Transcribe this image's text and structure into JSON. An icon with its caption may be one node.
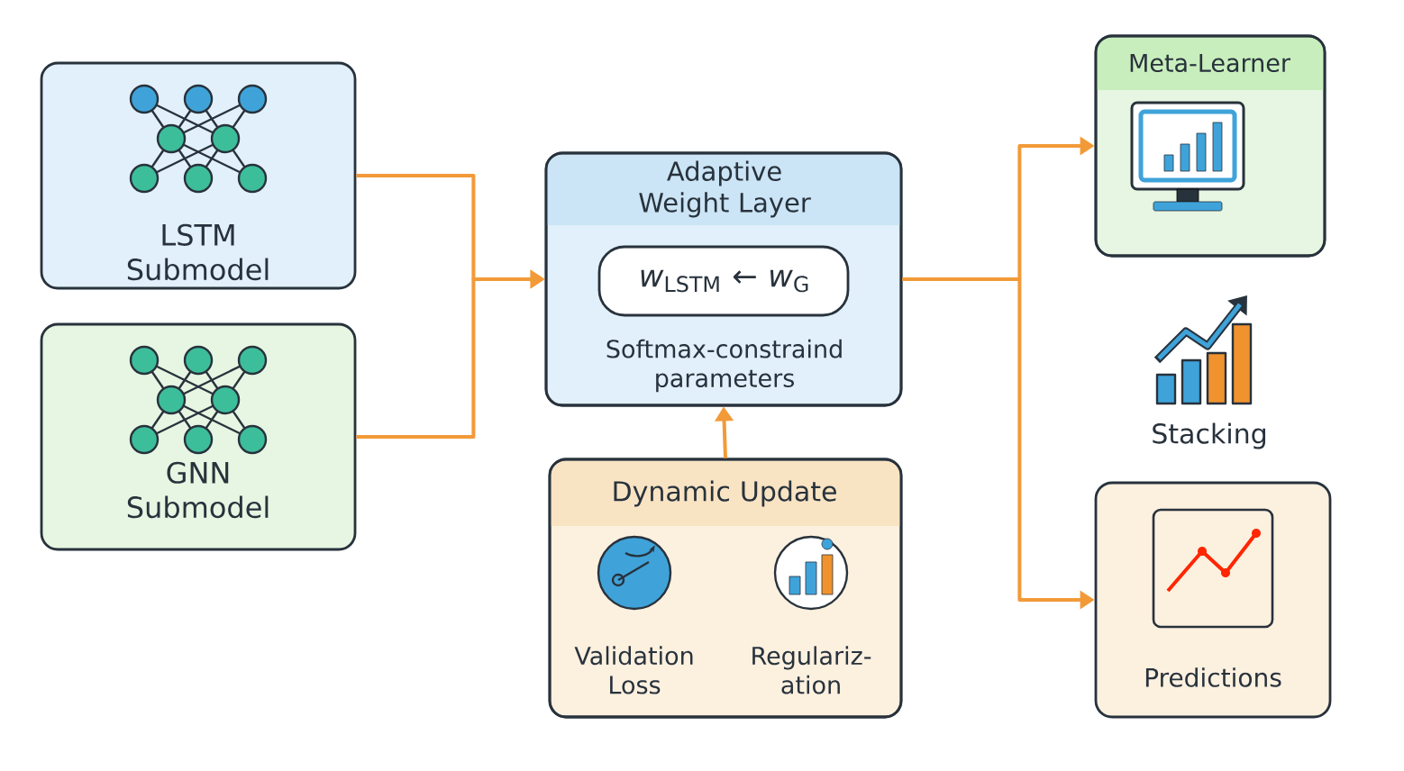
{
  "diagram": {
    "nodes": [
      {
        "text": [
          "LSTM Submodel"
        ]
      },
      {
        "text": [
          "GNN Submodel"
        ]
      },
      {
        "text": [
          "Adaptive Weight Layer",
          "Softmax-constraind parameters"
        ]
      },
      {
        "text": [
          "*w*$_{LSTM}$ ← *w*$_{G}$"
        ],
        "in": 2
      },
      {
        "text": [
          "Dynamic Update",
          "Validation Loss",
          "Regulariz- ation"
        ]
      },
      {
        "text": [
          "Meta-Learner"
        ]
      },
      {
        "text": [
          "Predictions"
        ]
      }
    ],
    "edges": [
      {
        "from": 0,
        "to": 2,
        "arrow": "to"
      },
      {
        "from": 1,
        "to": 2,
        "arrow": "to"
      },
      {
        "from": 4,
        "to": 2,
        "arrow": "to"
      },
      {
        "from": 2,
        "to": 5,
        "arrow": "to"
      },
      {
        "from": 2,
        "to": 6,
        "arrow": "to"
      }
    ],
    "labels": [
      "Stacking"
    ]
  }
}
